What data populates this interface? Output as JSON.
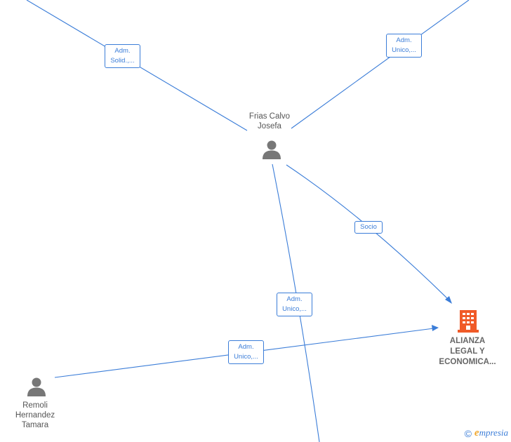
{
  "nodes": {
    "frias": {
      "name_line1": "Frias Calvo",
      "name_line2": "Josefa"
    },
    "remoli": {
      "name_line1": "Remoli",
      "name_line2": "Hernandez",
      "name_line3": "Tamara"
    },
    "company": {
      "name_line1": "ALIANZA",
      "name_line2": "LEGAL Y",
      "name_line3": "ECONOMICA..."
    }
  },
  "edges": {
    "top_left": {
      "line1": "Adm.",
      "line2": "Solid.,..."
    },
    "top_right": {
      "line1": "Adm.",
      "line2": "Unico,..."
    },
    "socio": {
      "line1": "Socio"
    },
    "center": {
      "line1": "Adm.",
      "line2": "Unico,..."
    },
    "bottom": {
      "line1": "Adm.",
      "line2": "Unico,..."
    }
  },
  "footer": {
    "copyright_symbol": "©",
    "brand_initial": "e",
    "brand_rest": "mpresia"
  },
  "colors": {
    "edge": "#3b7dd8",
    "person": "#777777",
    "company": "#f05a28"
  },
  "icons": [
    "person-icon",
    "company-building-icon",
    "copyright-icon"
  ]
}
